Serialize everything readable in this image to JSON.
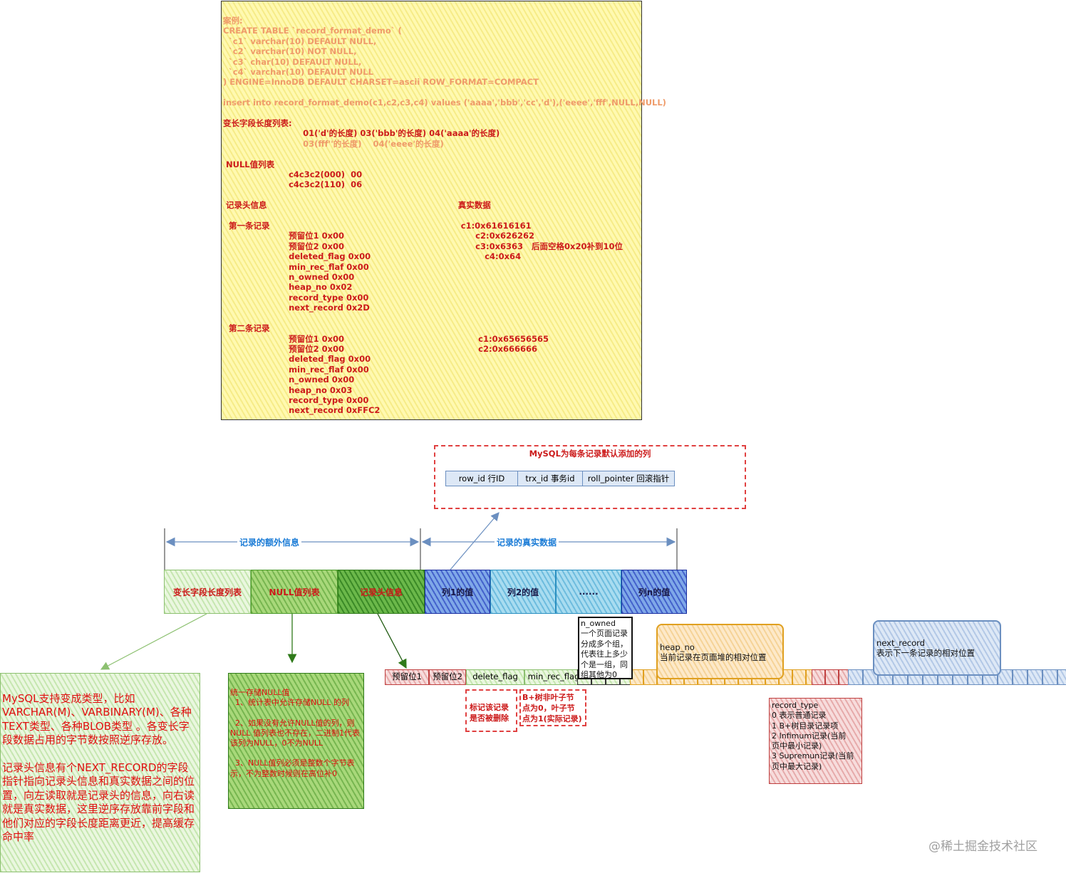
{
  "code_box": {
    "lines": [
      {
        "text": "案例:",
        "tone": "faint"
      },
      {
        "text": "CREATE TABLE `record_format_demo` (",
        "tone": "faint"
      },
      {
        "text": "  `c1` varchar(10) DEFAULT NULL,",
        "tone": "faint"
      },
      {
        "text": "  `c2` varchar(10) NOT NULL,",
        "tone": "faint"
      },
      {
        "text": "  `c3` char(10) DEFAULT NULL,",
        "tone": "faint"
      },
      {
        "text": "  `c4` varchar(10) DEFAULT NULL",
        "tone": "faint"
      },
      {
        "text": ") ENGINE=InnoDB DEFAULT CHARSET=ascii ROW_FORMAT=COMPACT",
        "tone": "faint"
      },
      {
        "text": "",
        "tone": "faint"
      },
      {
        "text": "insert into record_format_demo(c1,c2,c3,c4) values ('aaaa','bbb','cc','d'),('eeee','fff',NULL,NULL)",
        "tone": "faint"
      },
      {
        "text": "",
        "tone": "faint"
      },
      {
        "text": "变长字段长度列表:",
        "tone": "strong"
      },
      {
        "text": "                            01('d'的长度) 03('bbb'的长度) 04('aaaa'的长度)",
        "tone": "strong"
      },
      {
        "text": "                            03(fff''的长度)    04('eeee'的长度)",
        "tone": "faint"
      },
      {
        "text": "",
        "tone": "strong"
      },
      {
        "text": " NULL值列表",
        "tone": "strong"
      },
      {
        "text": "                       c4c3c2(000)  00",
        "tone": "strong"
      },
      {
        "text": "                       c4c3c2(110)  06",
        "tone": "strong"
      },
      {
        "text": "",
        "tone": "strong"
      },
      {
        "text": " 记录头信息                                                                   真实数据",
        "tone": "strong"
      },
      {
        "text": "",
        "tone": "strong"
      },
      {
        "text": "  第一条记录                                                                   c1:0x61616161",
        "tone": "strong"
      },
      {
        "text": "                       预留位1 0x00                                              c2:0x626262",
        "tone": "strong"
      },
      {
        "text": "                       预留位2 0x00                                              c3:0x6363   后面空格0x20补到10位",
        "tone": "strong"
      },
      {
        "text": "                       deleted_flag 0x00                                        c4:0x64",
        "tone": "strong"
      },
      {
        "text": "                       min_rec_flaf 0x00",
        "tone": "strong"
      },
      {
        "text": "                       n_owned 0x00",
        "tone": "strong"
      },
      {
        "text": "                       heap_no 0x02",
        "tone": "strong"
      },
      {
        "text": "                       record_type 0x00",
        "tone": "strong"
      },
      {
        "text": "                       next_record 0x2D",
        "tone": "strong"
      },
      {
        "text": "",
        "tone": "strong"
      },
      {
        "text": "  第二条记录",
        "tone": "strong"
      },
      {
        "text": "                       预留位1 0x00                                               c1:0x65656565",
        "tone": "strong"
      },
      {
        "text": "                       预留位2 0x00                                               c2:0x666666",
        "tone": "strong"
      },
      {
        "text": "                       deleted_flag 0x00",
        "tone": "strong"
      },
      {
        "text": "                       min_rec_flaf 0x00",
        "tone": "strong"
      },
      {
        "text": "                       n_owned 0x00",
        "tone": "strong"
      },
      {
        "text": "                       heap_no 0x03",
        "tone": "strong"
      },
      {
        "text": "                       record_type 0x00",
        "tone": "strong"
      },
      {
        "text": "                       next_record 0xFFC2",
        "tone": "strong"
      }
    ]
  },
  "hidden_columns": {
    "title": "MySQL为每条记录默认添加的列",
    "items": [
      "row_id 行ID",
      "trx_id 事务id",
      "roll_pointer 回滚指针"
    ]
  },
  "spans": {
    "extra": "记录的额外信息",
    "real": "记录的真实数据"
  },
  "record_row": [
    {
      "label": "变长字段长度列表",
      "style": "lightgreen",
      "color": "#cc1a1a"
    },
    {
      "label": "NULL值列表",
      "style": "green",
      "color": "#cc1a1a"
    },
    {
      "label": "记录头信息",
      "style": "darkgreen",
      "color": "#cc1a1a"
    },
    {
      "label": "列1的值",
      "style": "blue",
      "color": "#1a1a4a"
    },
    {
      "label": "列2的值",
      "style": "cyan",
      "color": "#1a1a4a"
    },
    {
      "label": "......",
      "style": "cyan",
      "color": "#1a1a4a"
    },
    {
      "label": "列n的值",
      "style": "blue",
      "color": "#1a1a4a"
    }
  ],
  "header_bits": {
    "reserved1": "预留位1",
    "reserved2": "预留位2",
    "deleted_flag": "delete_flag",
    "min_rec_flag": "min_rec_flag"
  },
  "notes": {
    "varlen": "MySQL支持变成类型，比如VARCHAR(M)、VARBINARY(M)、各种TEXT类型、各种BLOB类型 。各变长字段数据占用的字节数按照逆序存放。\n\n记录头信息有个NEXT_RECORD的字段指针指向记录头信息和真实数据之间的位置，向左读取就是记录头的信息，向右读就是真实数据，这里逆序存放靠前字段和他们对应的字段长度距离更近，提高缓存命中率",
    "null_list": "统一存储NULL值\n  1、统计表中允许存储NULL 的列\n\n  2、如果没有允许NULL值的列，则NULL 值列表也不存在，二进制1代表该列为NULL，0不为NULL\n\n  3、NULL值列必须是整数个字节表示，不为整数时候则在高位补0",
    "deleted": "标记该记录\n是否被删除",
    "min_rec": "B+树非叶子节\n点为0，叶子节\n点为1(实际记录)",
    "n_owned": "n_owned\n一个页面记录\n分成多个组，\n代表往上多少\n个是一组，同\n组其他为0",
    "heap_no": "heap_no\n当前记录在页面堆的相对位置",
    "next_record": "next_record\n表示下一条记录的相对位置",
    "record_type": "record_type\n0 表示普通记录\n1 B+树目录记录项\n2 Infimum记录(当前\n页中最小记录)\n3 Supremun记录(当前\n页中最大记录)"
  },
  "watermark": "@稀土掘金技术社区",
  "colors": {
    "red": "#d01010",
    "blue_label": "#1a7bd6",
    "green_border": "#4a9a2a",
    "orange_border": "#e0a020",
    "blue_border": "#6b8fc0"
  }
}
